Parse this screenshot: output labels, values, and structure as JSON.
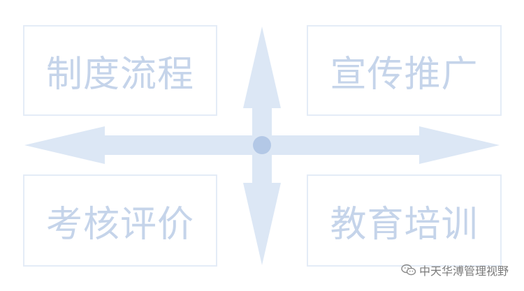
{
  "diagram": {
    "boxes": {
      "top_left": "制度流程",
      "top_right": "宣传推广",
      "bottom_left": "考核评价",
      "bottom_right": "教育培训"
    },
    "center_node": "circle",
    "arrows": [
      "up-arrow",
      "down-arrow",
      "left-arrow",
      "right-arrow"
    ],
    "colors": {
      "arrow_fill": "#dce7f5",
      "box_border": "#e4ecf7",
      "label_text": "#c5d4ea",
      "center_dot": "#b3c8e6"
    }
  },
  "watermark": {
    "icon": "wechat-icon",
    "text": "中天华溥管理视野"
  }
}
